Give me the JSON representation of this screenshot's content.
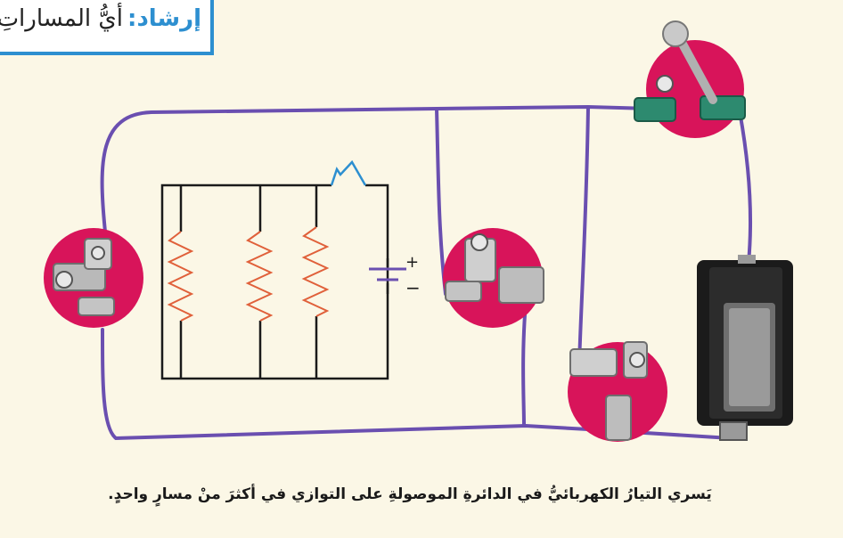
{
  "hint": {
    "label": "إرشاد:",
    "text": "أيُّ المساراتِ"
  },
  "schematic": {
    "plus_sign": "+",
    "minus_sign": "−"
  },
  "caption": "يَسري التيارُ الكهربائيُّ في الدائرةِ الموصولةِ على التوازي في أكثرَ منْ مسارٍ واحدٍ.",
  "colors": {
    "wire": "#6a4fb0",
    "resistor": "#e0603a",
    "holder_disc": "#d8145a",
    "hint_border": "#2d8fd0",
    "background": "#fbf7e6"
  }
}
